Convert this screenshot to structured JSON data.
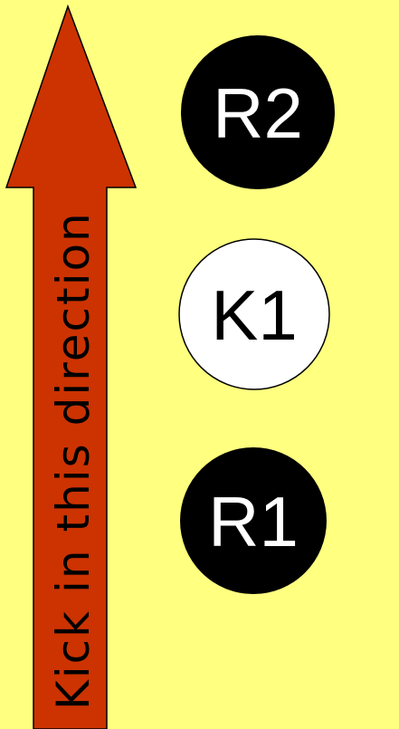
{
  "colors": {
    "background": "#ffff80",
    "arrow_fill": "#cc3300",
    "arrow_stroke": "#000000",
    "arrow_text": "#000000",
    "dark_ball": "#000000",
    "light_ball": "#ffffff",
    "dark_ball_text": "#ffffff",
    "light_ball_text": "#000000"
  },
  "arrow": {
    "label": "Kick in this direction",
    "direction": "up"
  },
  "balls": [
    {
      "id": "R2",
      "label": "R2",
      "style": "dark"
    },
    {
      "id": "K1",
      "label": "K1",
      "style": "light"
    },
    {
      "id": "R1",
      "label": "R1",
      "style": "dark"
    }
  ]
}
